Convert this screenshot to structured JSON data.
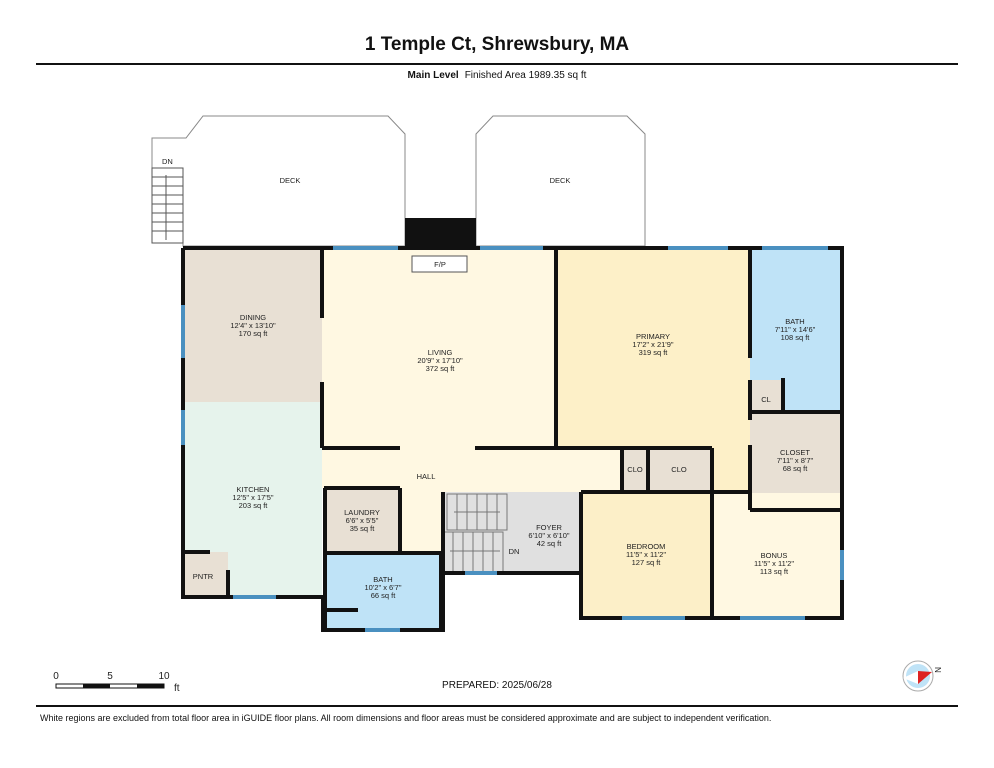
{
  "title": "1 Temple Ct, Shrewsbury, MA",
  "level": "Main Level",
  "finished_area": "Finished Area 1989.35 sq ft",
  "prepared": "PREPARED: 2025/06/28",
  "disclaimer": "White regions are excluded from total floor area in iGUIDE floor plans. All room dimensions and floor areas must be considered approximate and are subject to independent verification.",
  "scale": {
    "ticks": [
      "0",
      "5",
      "10"
    ],
    "unit": "ft"
  },
  "compass": {
    "label": "N"
  },
  "labels": {
    "deck1": "DECK",
    "deck2": "DECK",
    "dn_deck": "DN",
    "fp": "F/P",
    "hall": "HALL",
    "cl": "CL",
    "clo1": "CLO",
    "clo2": "CLO",
    "pntr": "PNTR",
    "dn_stairs": "DN"
  },
  "rooms": {
    "dining": {
      "name": "DINING",
      "dims": "12'4\" x 13'10\"",
      "area": "170 sq ft"
    },
    "living": {
      "name": "LIVING",
      "dims": "20'9\" x 17'10\"",
      "area": "372 sq ft"
    },
    "primary": {
      "name": "PRIMARY",
      "dims": "17'2\" x 21'9\"",
      "area": "319 sq ft"
    },
    "bath1": {
      "name": "BATH",
      "dims": "7'11\" x 14'6\"",
      "area": "108 sq ft"
    },
    "closet": {
      "name": "CLOSET",
      "dims": "7'11\" x 8'7\"",
      "area": "68 sq ft"
    },
    "kitchen": {
      "name": "KITCHEN",
      "dims": "12'5\" x 17'5\"",
      "area": "203 sq ft"
    },
    "laundry": {
      "name": "LAUNDRY",
      "dims": "6'6\" x 5'5\"",
      "area": "35 sq ft"
    },
    "bath2": {
      "name": "BATH",
      "dims": "10'2\" x 6'7\"",
      "area": "66 sq ft"
    },
    "foyer": {
      "name": "FOYER",
      "dims": "6'10\" x 6'10\"",
      "area": "42 sq ft"
    },
    "bedroom": {
      "name": "BEDROOM",
      "dims": "11'5\" x 11'2\"",
      "area": "127 sq ft"
    },
    "bonus": {
      "name": "BONUS",
      "dims": "11'5\" x 11'2\"",
      "area": "113 sq ft"
    }
  },
  "colors": {
    "wall": "#111111",
    "window": "#4a90c0",
    "beige": "#e8e0d4",
    "cream": "#fff8e2",
    "yellow": "#fdf0c8",
    "blue": "#bfe3f7",
    "mint": "#e6f3ec",
    "gray": "#e0e0e0"
  }
}
